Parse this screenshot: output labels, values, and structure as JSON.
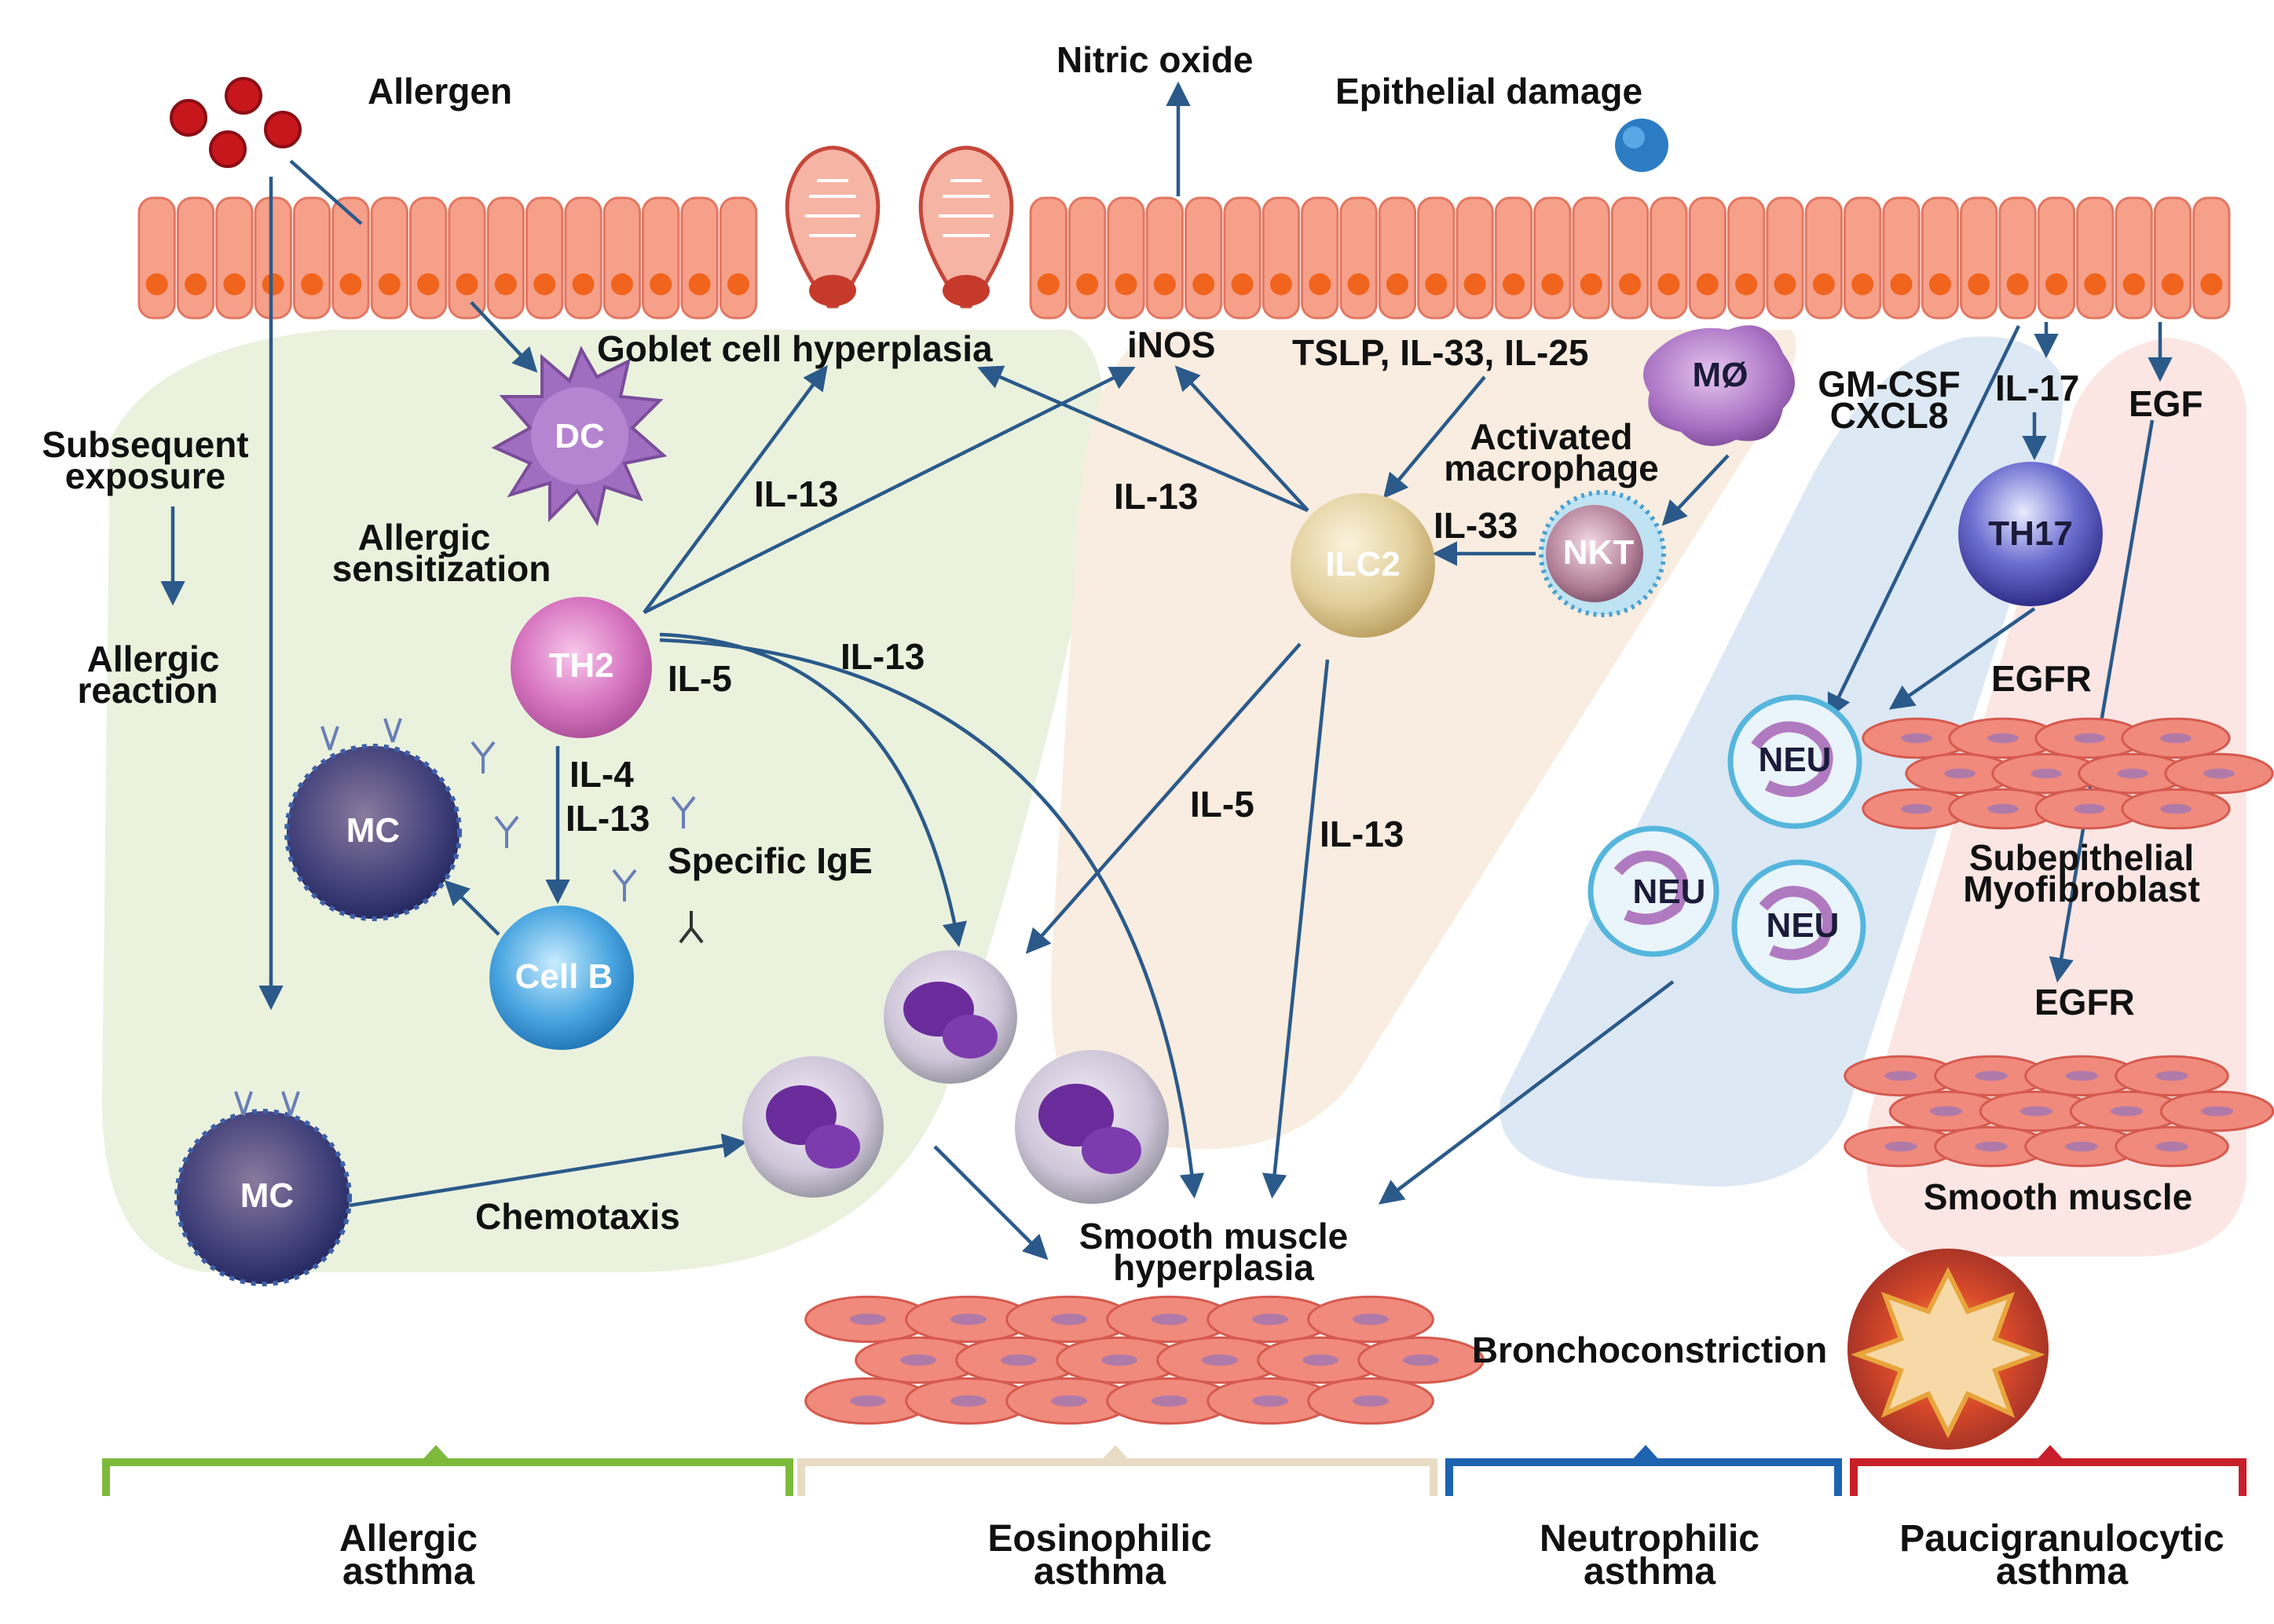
{
  "labels": {
    "allergen": "Allergen",
    "nitric_oxide": "Nitric oxide",
    "epithelial_damage": "Epithelial damage",
    "goblet": "Goblet cell hyperplasia",
    "inos": "iNOS",
    "tslp": "TSLP, IL-33, IL-25",
    "subsequent_1": "Subsequent",
    "subsequent_2": "exposure",
    "allergic_sens_1": "Allergic",
    "allergic_sens_2": "sensitization",
    "allergic_reac_1": "Allergic",
    "allergic_reac_2": "reaction",
    "activated_1": "Activated",
    "activated_2": "macrophage",
    "gmcsf_1": "GM-CSF",
    "gmcsf_2": "CXCL8",
    "il17": "IL-17",
    "egf": "EGF",
    "egfr_1": "EGFR",
    "egfr_2": "EGFR",
    "subepi_1": "Subepithelial",
    "subepi_2": "Myofibroblast",
    "smooth_muscle": "Smooth muscle",
    "smh_1": "Smooth muscle",
    "smh_2": "hyperplasia",
    "broncho": "Bronchoconstriction",
    "chemotaxis": "Chemotaxis",
    "specific_ige": "Specific IgE",
    "il13_a": "IL-13",
    "il13_b": "IL-13",
    "il13_c": "IL-13",
    "il13_d": "IL-13",
    "il5_a": "IL-5",
    "il5_b": "IL-5",
    "il4": "IL-4",
    "il13_e": "IL-13",
    "il33": "IL-33"
  },
  "cells": {
    "dc": "DC",
    "th2": "TH2",
    "mc_top": "MC",
    "mc_bottom": "MC",
    "cellb": "Cell B",
    "ilc2": "ILC2",
    "nkt": "NKT",
    "mo": "MØ",
    "th17": "TH17",
    "neu_1": "NEU",
    "neu_2": "NEU",
    "neu_3": "NEU"
  },
  "footer": [
    {
      "line1": "Allergic",
      "line2": "asthma",
      "color": "#7dba3c"
    },
    {
      "line1": "Eosinophilic",
      "line2": "asthma",
      "color": "#e8dcc4"
    },
    {
      "line1": "Neutrophilic",
      "line2": "asthma",
      "color": "#1e63b0"
    },
    {
      "line1": "Paucigranulocytic",
      "line2": "asthma",
      "color": "#c8202a"
    }
  ],
  "colors": {
    "allergic_zone": "#eaf2de",
    "eosinophilic_zone": "#f8ede0",
    "neutrophilic_zone": "#dde8f5",
    "pauci_zone": "#fbe6e4",
    "epithelium": "#f6a08a",
    "nucleus": "#f0641e",
    "arrow": "#2b5a8a"
  }
}
